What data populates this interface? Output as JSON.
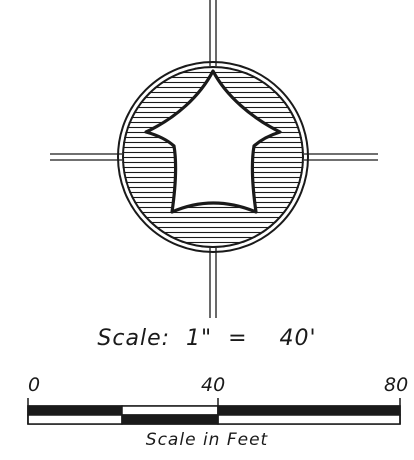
{
  "scale": {
    "ratio_label": "Scale:  1\"  =    40'",
    "ticks": [
      "0",
      "40",
      "80"
    ],
    "caption": "Scale in Feet"
  },
  "colors": {
    "ink": "#1a1a1a",
    "background": "#ffffff"
  },
  "icons": {
    "north_arrow": "north-arrow-icon"
  }
}
